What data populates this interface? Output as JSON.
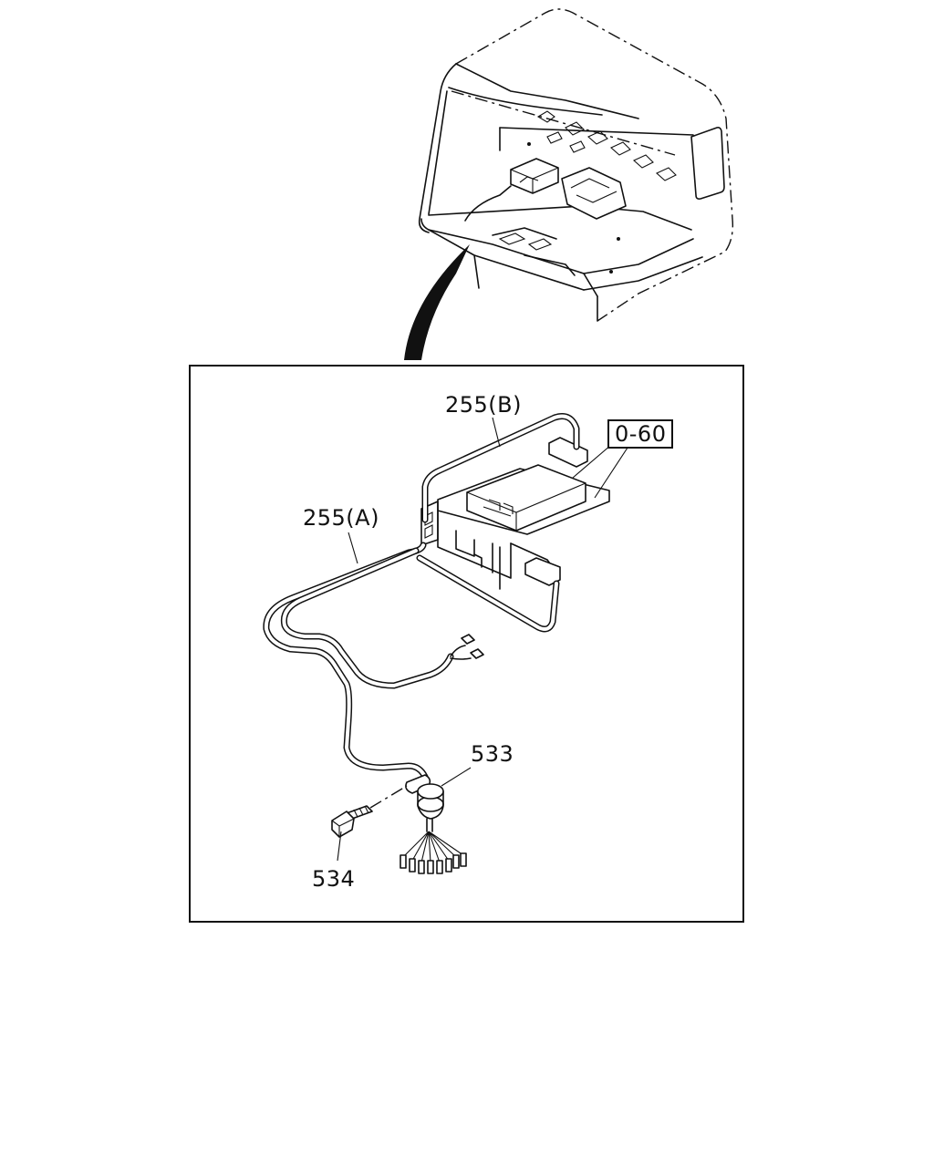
{
  "labels": {
    "harness_b": "255(B)",
    "harness_a": "255(A)",
    "section_ref": "0-60",
    "grommet": "533",
    "bolt": "534"
  }
}
